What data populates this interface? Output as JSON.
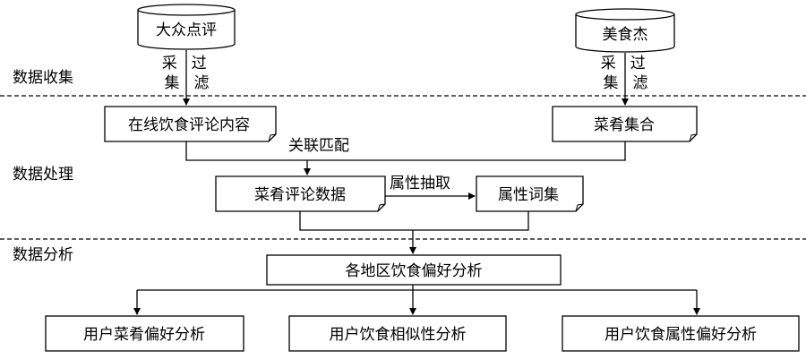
{
  "sources": {
    "dianping": "大众点评",
    "meishijie": "美食杰"
  },
  "edge_labels": {
    "collect_left": "采集",
    "filter_left": "过滤",
    "collect_right": "采集",
    "filter_right": "过滤",
    "associate_match": "关联匹配",
    "attribute_extract": "属性抽取"
  },
  "stages": {
    "collection": "数据收集",
    "processing": "数据处理",
    "analysis": "数据分析"
  },
  "documents": {
    "online_reviews": "在线饮食评论内容",
    "dish_set": "菜肴集合",
    "dish_review_data": "菜肴评论数据",
    "attribute_words": "属性词集"
  },
  "boxes": {
    "regional_preference": "各地区饮食偏好分析",
    "user_dish_preference": "用户菜肴偏好分析",
    "user_similarity": "用户饮食相似性分析",
    "user_attribute_preference": "用户饮食属性偏好分析"
  }
}
